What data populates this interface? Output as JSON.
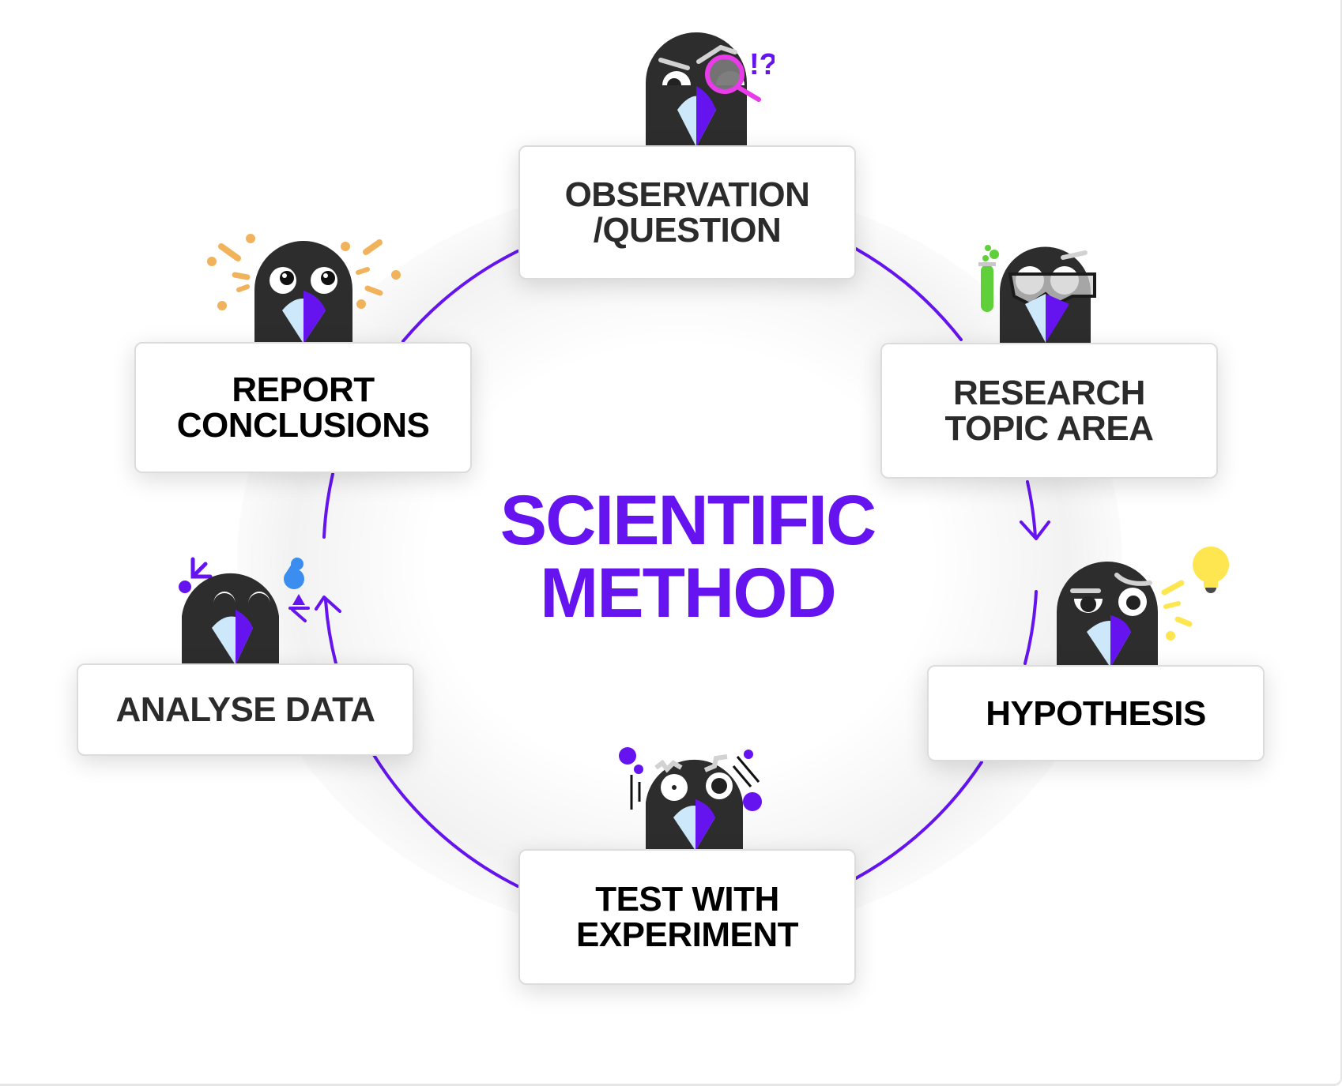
{
  "title": {
    "line1": "SCIENTIFIC",
    "line2": "METHOD",
    "color": "#6514f0"
  },
  "colors": {
    "accent": "#6514f0",
    "bird_body": "#2d2d2d",
    "beak_light": "#cde8fa",
    "beak_dark": "#6514f0",
    "brow": "#d2d2d2",
    "magnifier": "#e83ce8",
    "flask": "#5fcf3a",
    "bulb": "#fde64f",
    "sparkle": "#f0b35c",
    "sweat": "#3b8ef0",
    "text_dark": "#2b2b2b",
    "text_black": "#000000"
  },
  "steps": [
    {
      "id": "observation",
      "label": "OBSERVATION\n/QUESTION",
      "bird": "curious-magnifier-bird"
    },
    {
      "id": "research",
      "label": "RESEARCH\nTOPIC AREA",
      "bird": "goggles-flask-bird"
    },
    {
      "id": "hypothesis",
      "label": "HYPOTHESIS",
      "bird": "idea-lightbulb-bird"
    },
    {
      "id": "test",
      "label": "TEST WITH\nEXPERIMENT",
      "bird": "shocked-experiment-bird"
    },
    {
      "id": "analyse",
      "label": "ANALYSE DATA",
      "bird": "sweating-analysis-bird"
    },
    {
      "id": "report",
      "label": "REPORT\nCONCLUSIONS",
      "bird": "celebrating-bird"
    }
  ]
}
